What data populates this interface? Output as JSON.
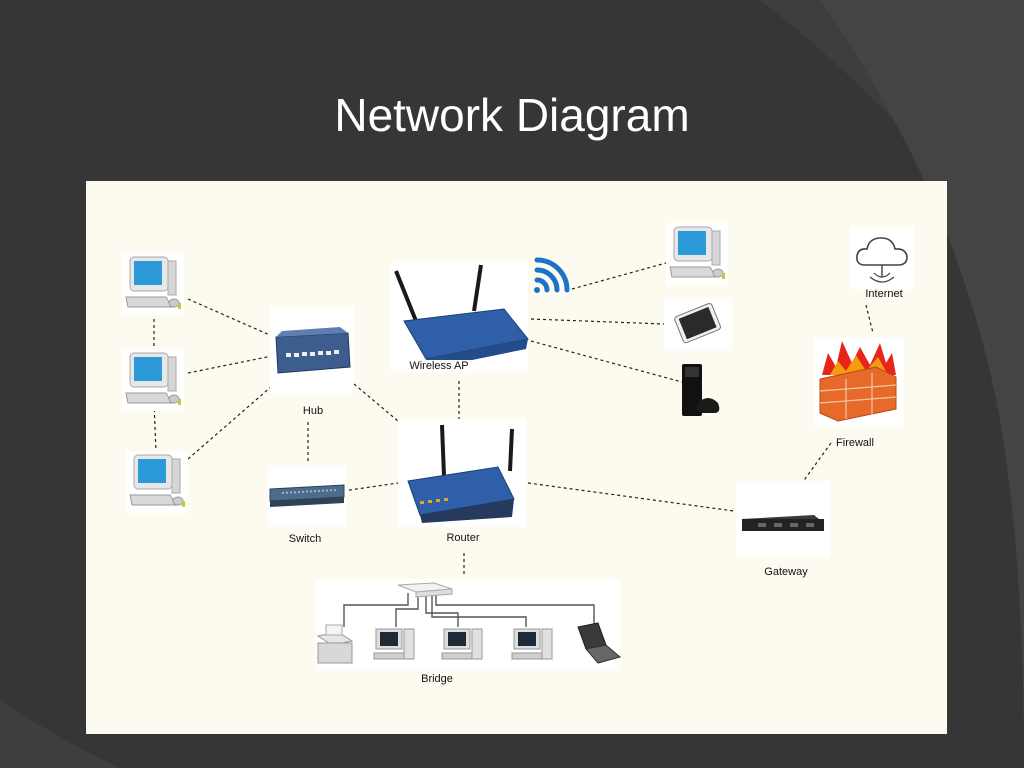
{
  "slide": {
    "title": "Network Diagram"
  },
  "nodes": {
    "hub": "Hub",
    "switch": "Switch",
    "wireless_ap": "Wireless AP",
    "router": "Router",
    "bridge": "Bridge",
    "gateway": "Gateway",
    "firewall": "Firewall",
    "internet": "Internet"
  },
  "colors": {
    "background": "#363636",
    "canvas": "#fdfaf0",
    "title": "#ffffff",
    "device_blue": "#2f5fa8",
    "wifi_blue": "#1b73c8",
    "firewall_brick": "#e86a2a",
    "flame": "#e8241b"
  },
  "icons": [
    "computer-icon",
    "hub-icon",
    "switch-icon",
    "wireless-ap-icon",
    "wifi-signal-icon",
    "router-icon",
    "tablet-icon",
    "game-console-icon",
    "cloud-icon",
    "firewall-icon",
    "gateway-icon",
    "printer-icon",
    "laptop-icon"
  ]
}
